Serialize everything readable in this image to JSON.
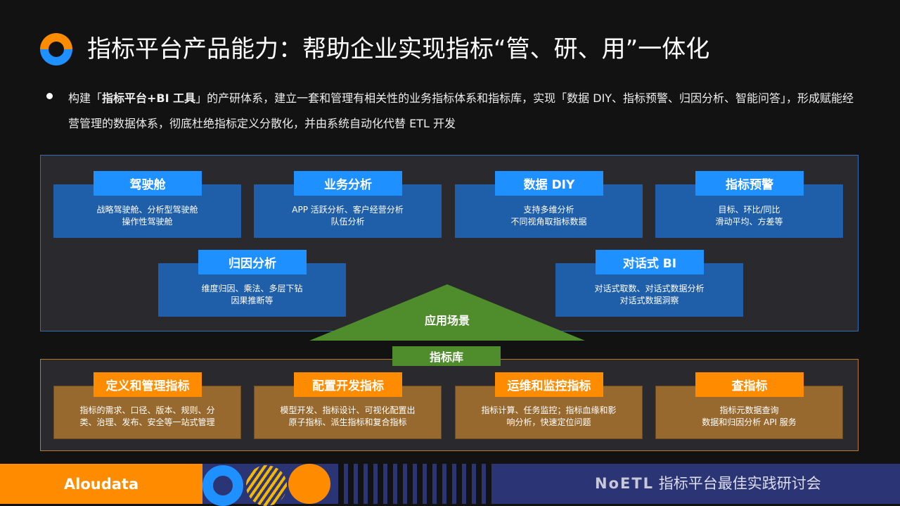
{
  "title": "指标平台产品能力：帮助企业实现指标“管、研、用”一体化",
  "desc": {
    "p1": "构建「",
    "bold": "指标平台+BI 工具",
    "p2": "」的产研体系，建立一套和管理有相关性的业务指标体系和指标库，实现「数据 DIY、指标预警、归因分析、智能问答」，形成赋能经营管理的数据体系，彻底杜绝指标定义分散化，并由系统自动化代替 ETL 开发"
  },
  "apps": [
    {
      "title": "驾驶舱",
      "desc": "战略驾驶舱、分析型驾驶舱\n操作性驾驶舱"
    },
    {
      "title": "业务分析",
      "desc": "APP 活跃分析、客户经营分析\n队伍分析"
    },
    {
      "title": "数据 DIY",
      "desc": "支持多维分析\n不同视角取指标数据"
    },
    {
      "title": "指标预警",
      "desc": "目标、环比/同比\n滑动平均、方差等"
    },
    {
      "title": "归因分析",
      "desc": "维度归因、乘法、多层下钻\n因果推断等"
    },
    {
      "title": "对话式 BI",
      "desc": "对话式取数、对话式数据分析\n对话式数据洞察"
    }
  ],
  "scene_label": "应用场景",
  "library_label": "指标库",
  "lib": [
    {
      "title": "定义和管理指标",
      "desc": "指标的需求、口径、版本、规则、分\n类、治理、发布、安全等一站式管理"
    },
    {
      "title": "配置开发指标",
      "desc": "模型开发、指标设计、可视化配置出\n原子指标、派生指标和复合指标"
    },
    {
      "title": "运维和监控指标",
      "desc": "指标计算、任务监控；指标血缘和影\n响分析，快速定位问题"
    },
    {
      "title": "查指标",
      "desc": "指标元数据查询\n数据和归因分析 API 服务"
    }
  ],
  "footer": {
    "brand": "Aloudata",
    "noetl": "NoETL",
    "event": "指标平台最佳实践研讨会"
  }
}
